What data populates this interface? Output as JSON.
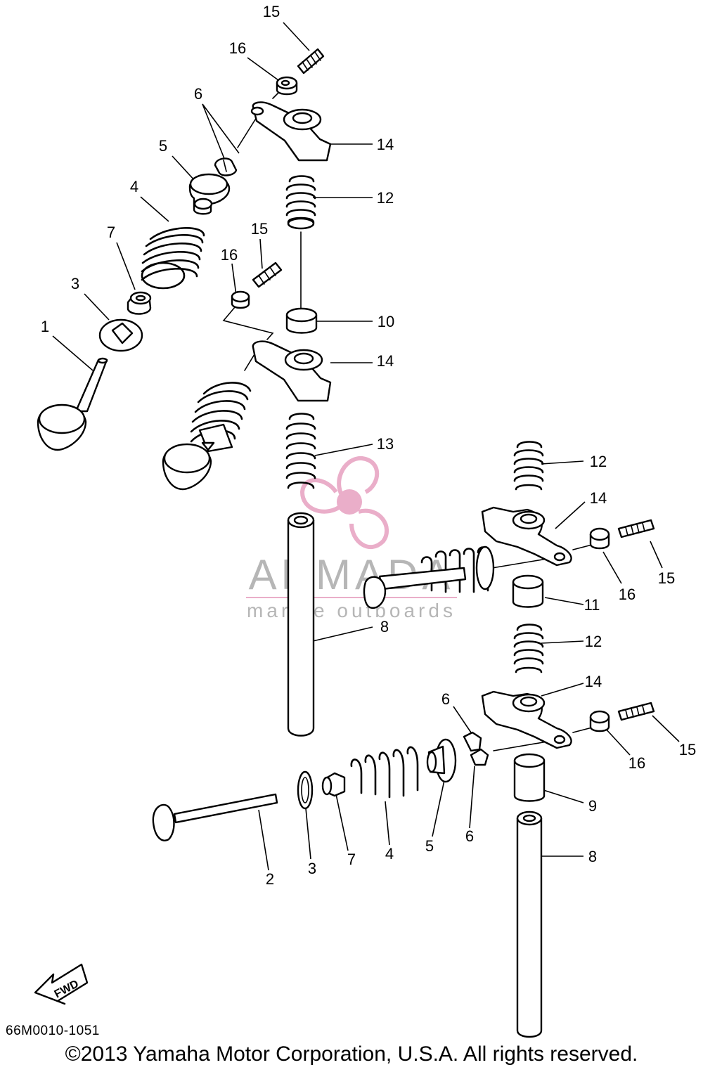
{
  "labels": [
    {
      "id": "l15a",
      "text": "15"
    },
    {
      "id": "l16a",
      "text": "16"
    },
    {
      "id": "l6a",
      "text": "6"
    },
    {
      "id": "l14a",
      "text": "14"
    },
    {
      "id": "l5a",
      "text": "5"
    },
    {
      "id": "l4a",
      "text": "4"
    },
    {
      "id": "l12a",
      "text": "12"
    },
    {
      "id": "l7a",
      "text": "7"
    },
    {
      "id": "l15b",
      "text": "15"
    },
    {
      "id": "l16b",
      "text": "16"
    },
    {
      "id": "l3a",
      "text": "3"
    },
    {
      "id": "l10",
      "text": "10"
    },
    {
      "id": "l1",
      "text": "1"
    },
    {
      "id": "l14b",
      "text": "14"
    },
    {
      "id": "l13",
      "text": "13"
    },
    {
      "id": "l12b",
      "text": "12"
    },
    {
      "id": "l14c",
      "text": "14"
    },
    {
      "id": "l15c",
      "text": "15"
    },
    {
      "id": "l16c",
      "text": "16"
    },
    {
      "id": "l11",
      "text": "11"
    },
    {
      "id": "l8a",
      "text": "8"
    },
    {
      "id": "l12c",
      "text": "12"
    },
    {
      "id": "l14d",
      "text": "14"
    },
    {
      "id": "l6b",
      "text": "6"
    },
    {
      "id": "l15d",
      "text": "15"
    },
    {
      "id": "l16d",
      "text": "16"
    },
    {
      "id": "l9",
      "text": "9"
    },
    {
      "id": "l5b",
      "text": "5"
    },
    {
      "id": "l6c",
      "text": "6"
    },
    {
      "id": "l4b",
      "text": "4"
    },
    {
      "id": "l7b",
      "text": "7"
    },
    {
      "id": "l3b",
      "text": "3"
    },
    {
      "id": "l2",
      "text": "2"
    },
    {
      "id": "l8b",
      "text": "8"
    }
  ],
  "fwd_label": "FWD",
  "drawing_code": "66M0010-1051",
  "copyright": "©2013 Yamaha Motor Corporation, U.S.A. All rights reserved.",
  "watermark": {
    "brand": "ARMADA",
    "tagline": "marine outboards",
    "color": "#e8a6c4"
  },
  "colors": {
    "line": "#000000",
    "background": "#ffffff"
  }
}
